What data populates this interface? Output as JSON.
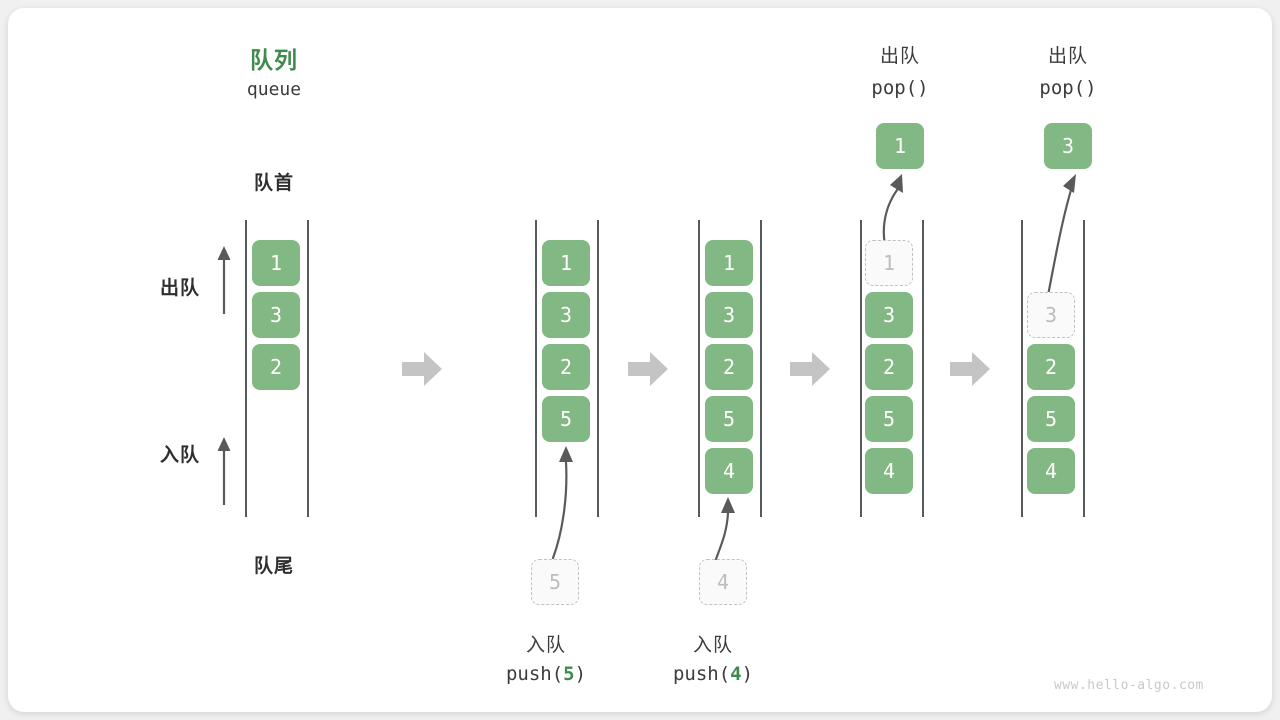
{
  "diagram": {
    "title_cn": "队列",
    "title_en": "queue",
    "front_label": "队首",
    "rear_label": "队尾",
    "dequeue_label": "出队",
    "enqueue_label": "入队",
    "accent_color": "#3f8a4e",
    "cell_color": "#82b883",
    "ghost_color": "#c2c2c2",
    "arrow_color": "#c4c4c4",
    "watermark": "www.hello-algo.com"
  },
  "columns": [
    {
      "id": "initial",
      "cells": [
        "1",
        "3",
        "2"
      ],
      "ghost_index": -1
    },
    {
      "id": "after-push-5",
      "cells": [
        "1",
        "3",
        "2",
        "5"
      ],
      "ghost_index": -1
    },
    {
      "id": "after-push-4",
      "cells": [
        "1",
        "3",
        "2",
        "5",
        "4"
      ],
      "ghost_index": -1
    },
    {
      "id": "after-pop-1",
      "cells": [
        "1",
        "3",
        "2",
        "5",
        "4"
      ],
      "ghost_index": 0
    },
    {
      "id": "after-pop-3",
      "cells": [
        "",
        "3",
        "2",
        "5",
        "4"
      ],
      "ghost_index": 1
    }
  ],
  "operations": {
    "push5": {
      "cn": "入队",
      "code_prefix": "push(",
      "code_value": "5",
      "code_suffix": ")",
      "incoming": "5"
    },
    "push4": {
      "cn": "入队",
      "code_prefix": "push(",
      "code_value": "4",
      "code_suffix": ")",
      "incoming": "4"
    },
    "pop1": {
      "cn": "出队",
      "code": "pop()",
      "popped": "1"
    },
    "pop3": {
      "cn": "出队",
      "code": "pop()",
      "popped": "3"
    }
  }
}
